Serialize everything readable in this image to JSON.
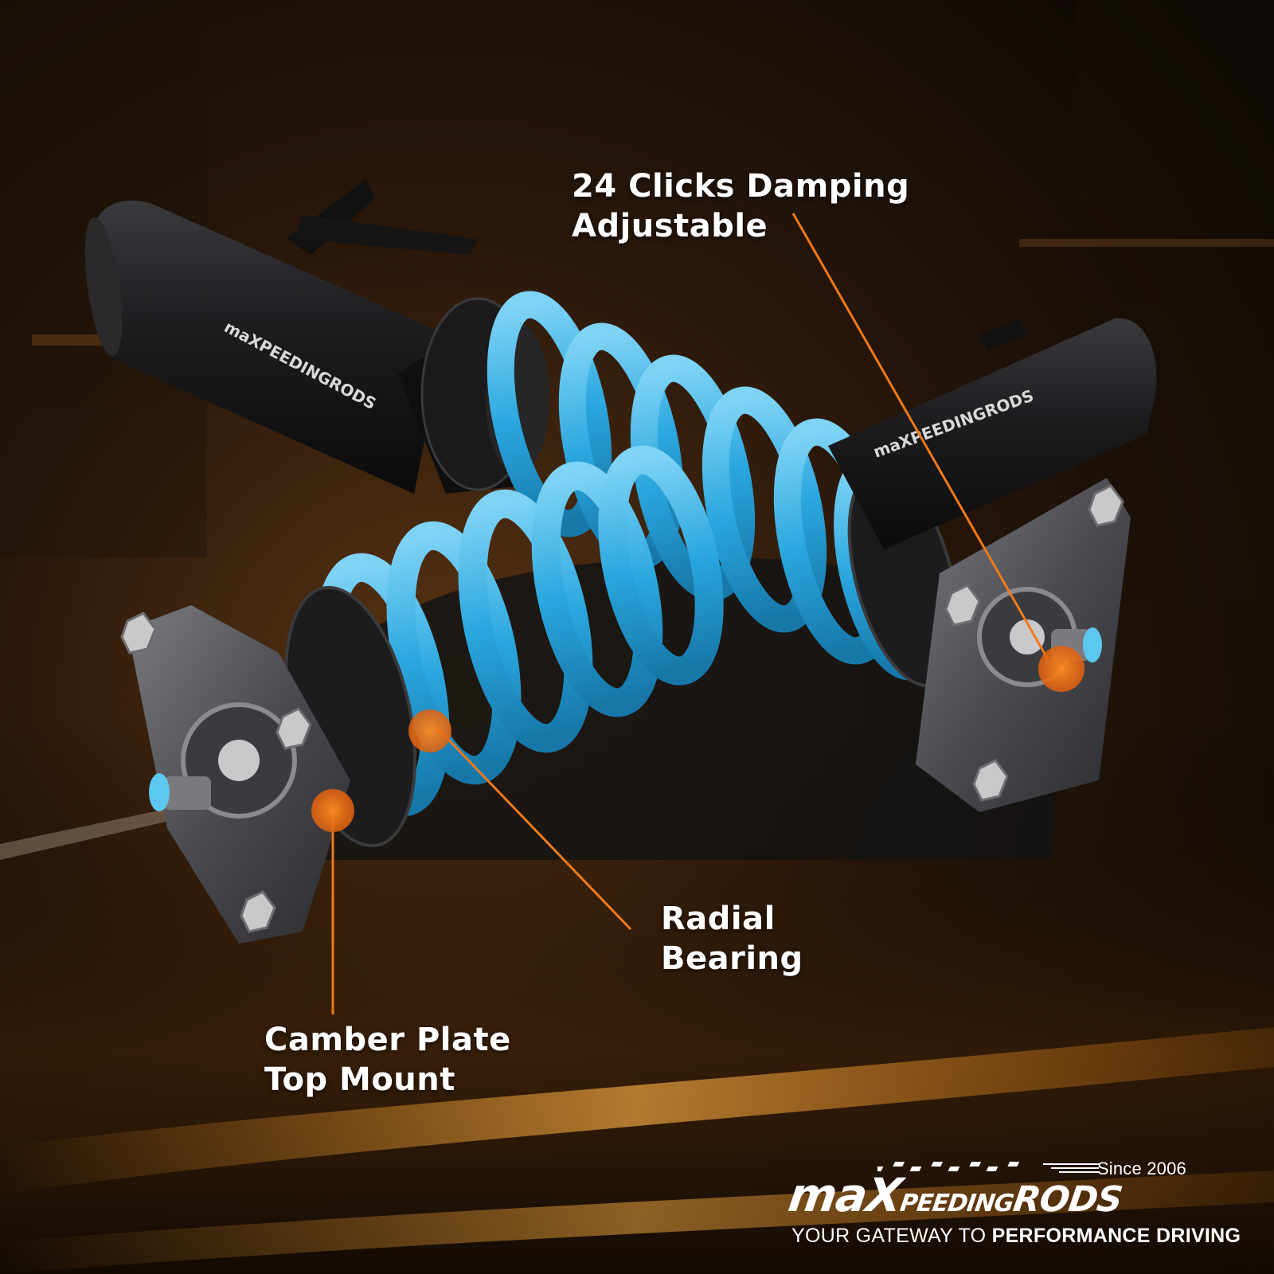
{
  "callouts": {
    "damping": {
      "line1": "24 Clicks Damping",
      "line2": "Adjustable"
    },
    "bearing": {
      "line1": "Radial",
      "line2": "Bearing"
    },
    "camber": {
      "line1": "Camber Plate",
      "line2": "Top Mount"
    }
  },
  "logo": {
    "since": "Since 2006",
    "wordmark_ma": "maX",
    "wordmark_peeding": "PEEDING",
    "wordmark_rods": "RODS",
    "strut_brand": "maXPEEDINGRODS",
    "tagline_plain": "YOUR GATEWAY TO",
    "tagline_bold": "PERFORMANCE DRIVING"
  },
  "colors": {
    "accent_orange": "#f07a1a",
    "spring_blue": "#2aa7df",
    "body_black": "#1a1a1c",
    "plate_grey": "#55565a",
    "background_dark": "#0d0906"
  }
}
